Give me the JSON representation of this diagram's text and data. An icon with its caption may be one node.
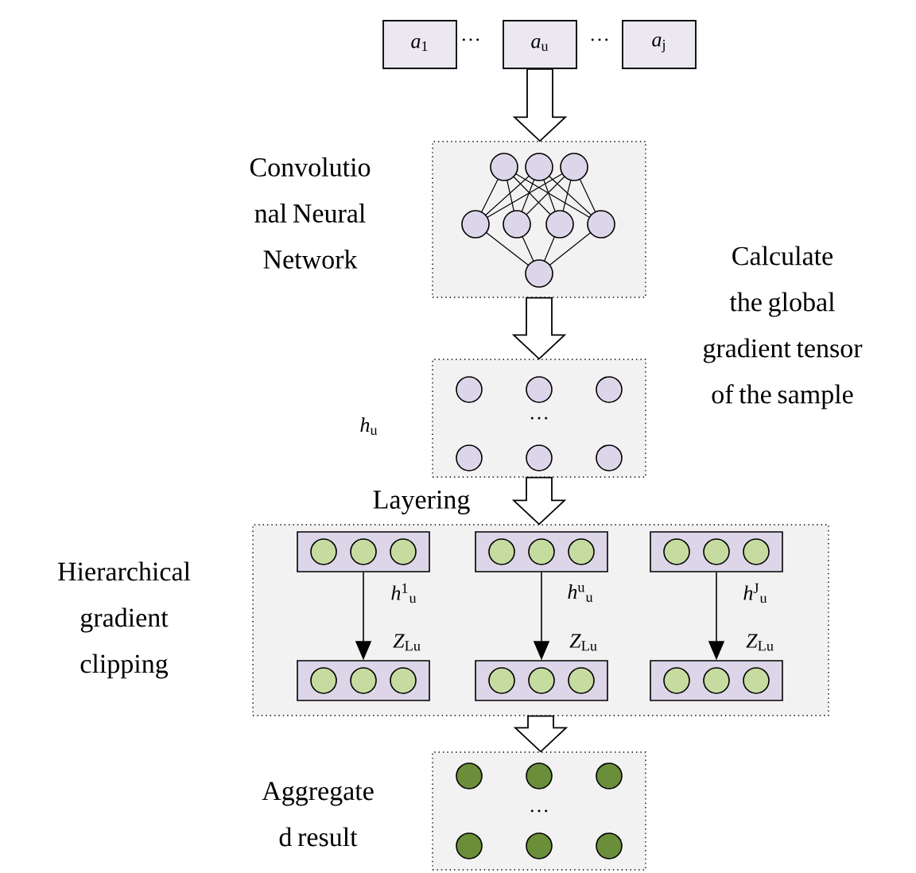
{
  "diagram": {
    "nodes": [
      {
        "text": [
          "*a*$_{1}$"
        ]
      },
      {
        "text": [
          "*a*$_{u}$"
        ]
      },
      {
        "text": [
          "*a*$_{j}$"
        ]
      },
      {
        "text": [],
        "shape": "box",
        "beside": [
          "Convolutio nal Neural Network"
        ]
      },
      {
        "text": [
          "…"
        ],
        "beside": [
          "*h*$_{u}$"
        ]
      },
      {
        "text": [],
        "shape": "box",
        "beside": [
          "Hierarchical gradient clipping"
        ]
      },
      {
        "text": [],
        "shape": "box",
        "in": 5
      },
      {
        "text": [],
        "shape": "box",
        "in": 5
      },
      {
        "text": [],
        "shape": "box",
        "in": 5
      },
      {
        "text": [],
        "shape": "box",
        "in": 5
      },
      {
        "text": [],
        "shape": "box",
        "in": 5
      },
      {
        "text": [],
        "shape": "box",
        "in": 5
      },
      {
        "text": [
          "…"
        ],
        "beside": [
          "Aggregate d result"
        ]
      }
    ],
    "edges": [
      {
        "from": 1,
        "to": 3,
        "arrow": "to",
        "style": "thick"
      },
      {
        "from": 3,
        "to": 4,
        "arrow": "to",
        "style": "thick"
      },
      {
        "from": 4,
        "to": 5,
        "arrow": "to",
        "style": "thick",
        "label": "Layering"
      },
      {
        "from": 6,
        "to": 9,
        "arrow": "to",
        "label": "*h*$^{1}$$_{u}$"
      },
      {
        "from": 7,
        "to": 10,
        "arrow": "to",
        "label": "*h*$^{u}$$_{u}$"
      },
      {
        "from": 8,
        "to": 11,
        "arrow": "to",
        "label": "*h*$^{J}$$_{u}$"
      },
      {
        "from": 5,
        "to": 12,
        "arrow": "to",
        "style": "thick"
      }
    ],
    "labels": [
      "…",
      "…",
      "Calculate the global gradient tensor of the sample",
      "*Z*$_{Lu}$",
      "*Z*$_{Lu}$",
      "*Z*$_{Lu}$"
    ]
  }
}
